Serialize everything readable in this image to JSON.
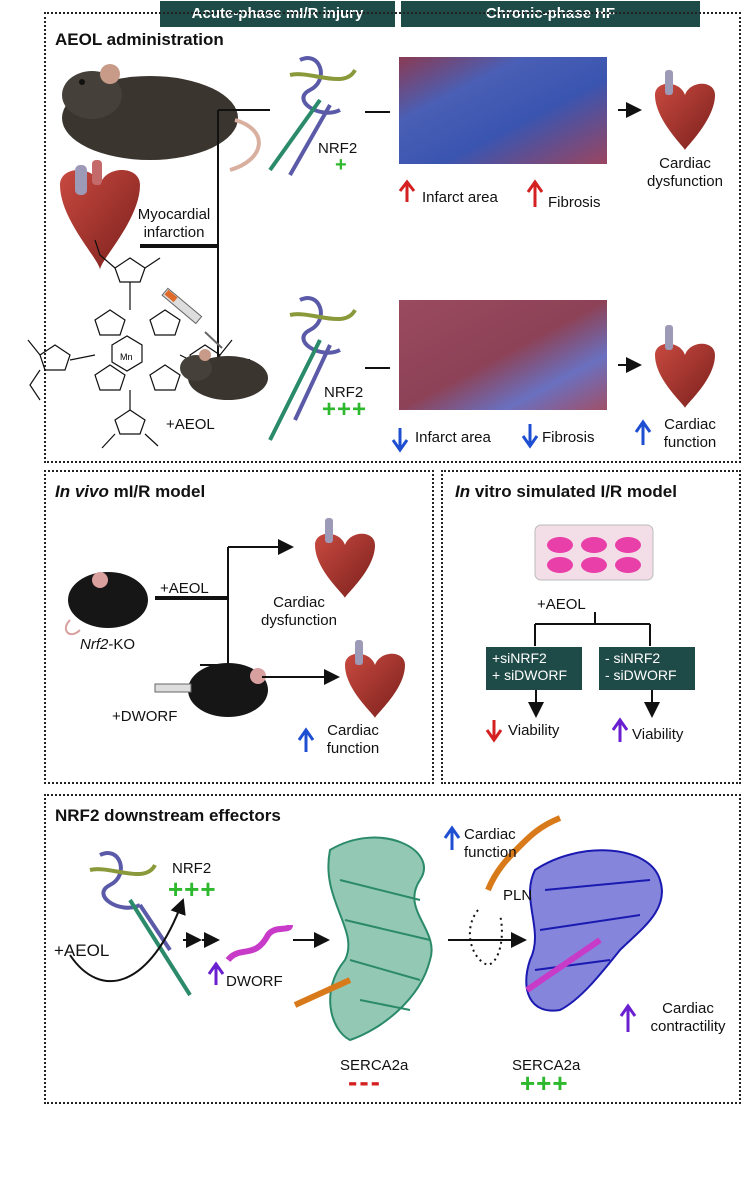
{
  "header": {
    "left": "Acute-phase mI/R injury",
    "right": "Chronic-phase HF"
  },
  "panel1": {
    "title": "AEOL administration",
    "mi_label": "Myocardial infarction",
    "aeol_label": "+AEOL",
    "mn_label": "Mn",
    "top": {
      "nrf2": "NRF2",
      "nrf2_level": "+",
      "infarct": "Infarct area",
      "fibrosis": "Fibrosis",
      "outcome": "Cardiac dysfunction"
    },
    "bottom": {
      "nrf2": "NRF2",
      "nrf2_level": "+++",
      "infarct": "Infarct area",
      "fibrosis": "Fibrosis",
      "outcome": "Cardiac function"
    }
  },
  "panel2": {
    "title_italic": "In vivo",
    "title_rest": " mI/R model",
    "aeol": "+AEOL",
    "ko_italic": "Nrf2",
    "ko_rest": "-KO",
    "dworf": "+DWORF",
    "out1": "Cardiac dysfunction",
    "out2": "Cardiac function"
  },
  "panel3": {
    "title_italic": "In",
    "title_rest": " vitro simulated I/R model",
    "aeol": "+AEOL",
    "left_box": [
      "+siNRF2",
      "+ siDWORF"
    ],
    "right_box": [
      "- siNRF2",
      "- siDWORF"
    ],
    "left_out": "Viability",
    "right_out": "Viability"
  },
  "panel4": {
    "title": "NRF2 downstream effectors",
    "nrf2": "NRF2",
    "nrf2_level": "+++",
    "aeol": "+AEOL",
    "dworf": "DWORF",
    "serca_left": "SERCA2a",
    "serca_left_level": "---",
    "serca_right": "SERCA2a",
    "serca_right_level": "+++",
    "pln": "PLN",
    "cardiac_function": "Cardiac function",
    "contractility": "Cardiac contractility"
  },
  "colors": {
    "header": "#1e4a47",
    "up_red": "#d42020",
    "down_blue": "#1f4fd1",
    "up_blue": "#1f4fd1",
    "up_purple": "#6a1fd1",
    "plus": "#2eb82e",
    "minus": "#d42020"
  }
}
